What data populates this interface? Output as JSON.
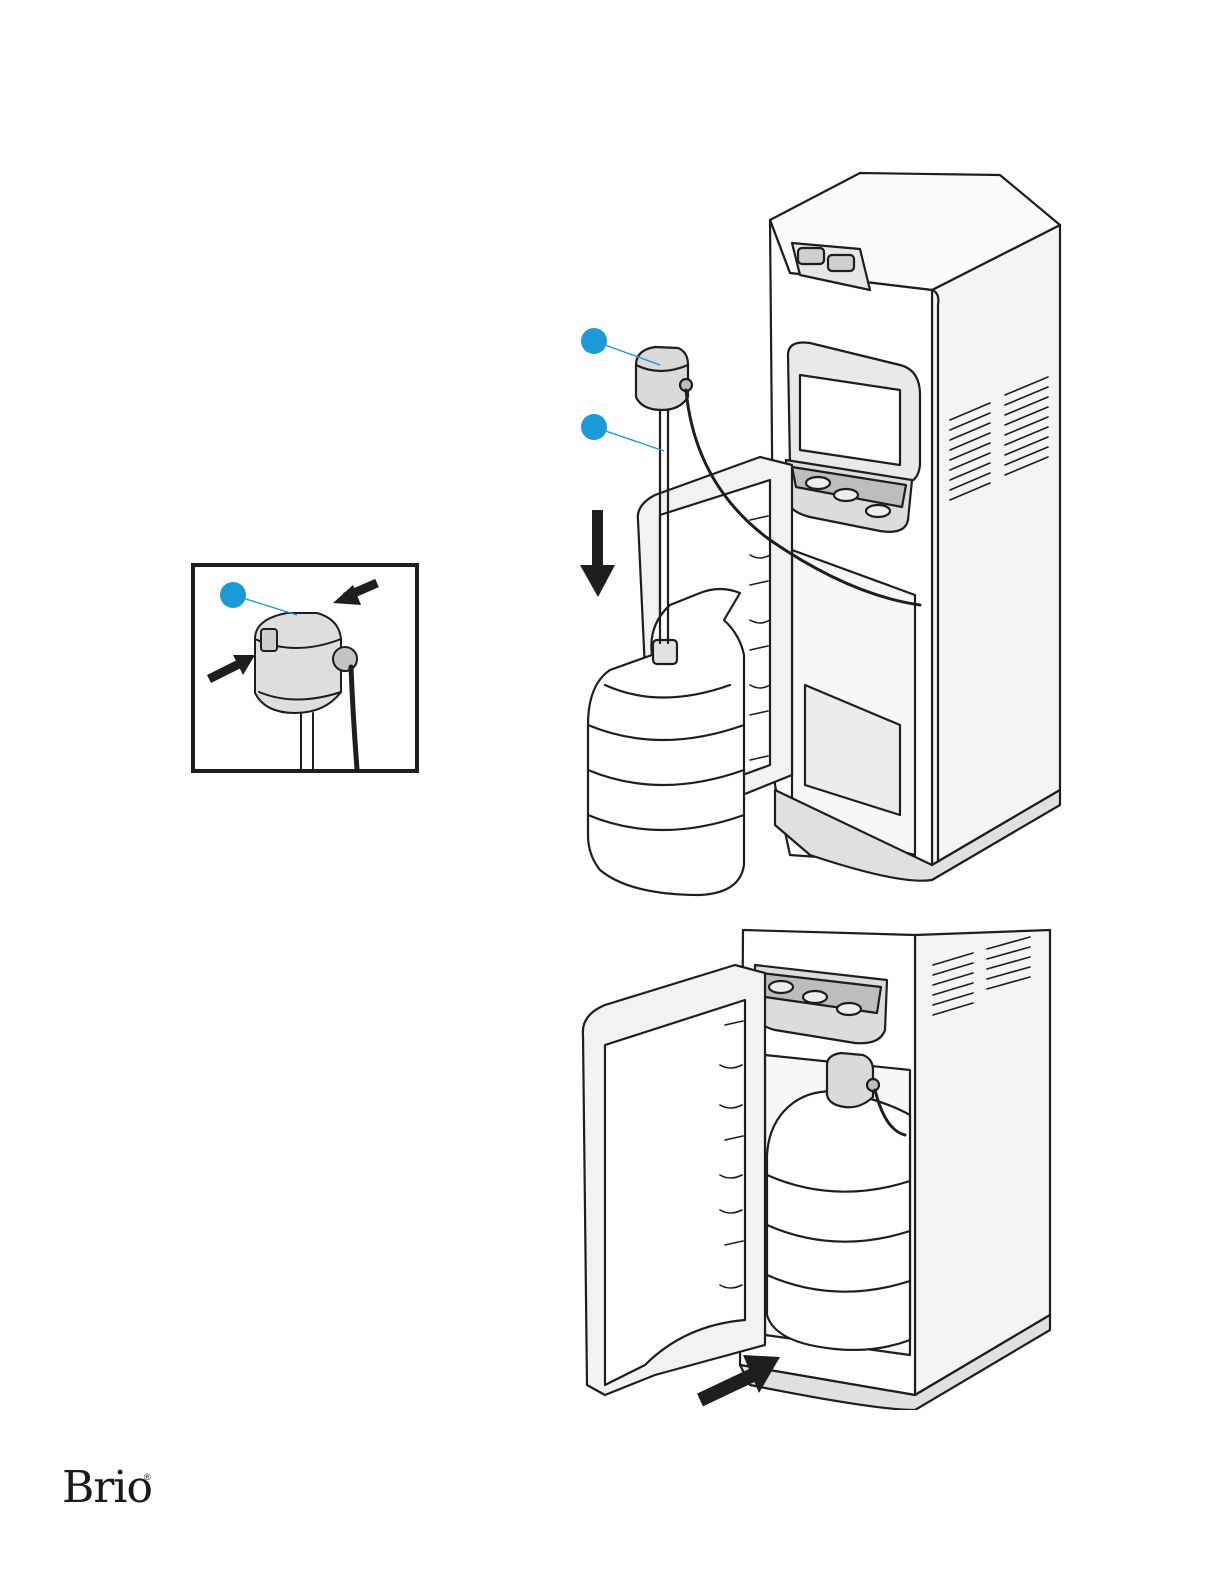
{
  "brand": {
    "name": "Brio",
    "reg_mark": "®"
  },
  "figures": {
    "top": {
      "callouts": 2
    },
    "inset": {
      "callouts": 1
    },
    "bottom": {}
  },
  "colors": {
    "callout": "#1a9ad6",
    "line": "#1e1e1e",
    "fill_light": "#f3f3f3",
    "fill_mid": "#dcdcdc"
  },
  "icons": [
    "callout-dot",
    "down-arrow",
    "press-arrow",
    "push-arrow"
  ]
}
